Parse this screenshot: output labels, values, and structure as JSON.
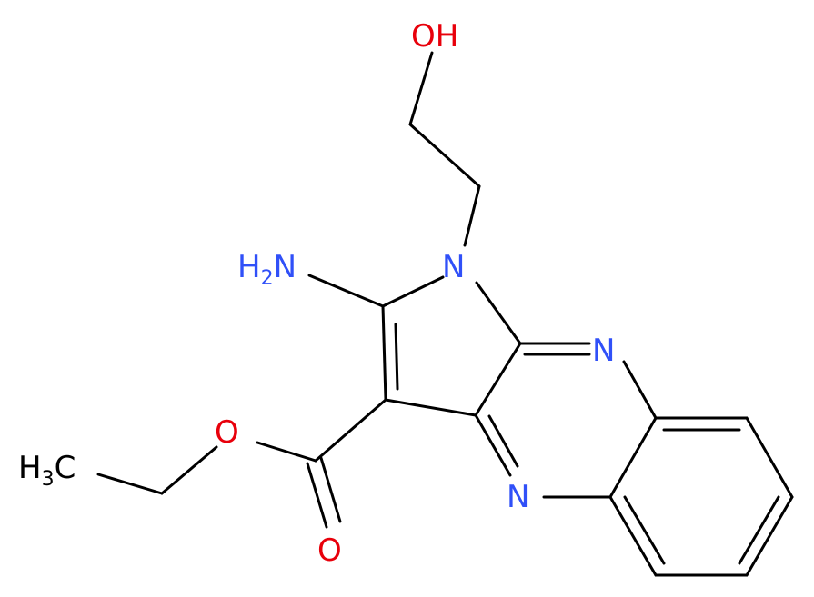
{
  "atoms": {
    "hydroxyl": {
      "text": "OH",
      "color": "#e8000b"
    },
    "amino": {
      "main": "H",
      "sub": "2",
      "tail": "N",
      "color": "#3050f8"
    },
    "ring_n1": {
      "text": "N",
      "color": "#3050f8"
    },
    "ring_n2": {
      "text": "N",
      "color": "#3050f8"
    },
    "ring_n3": {
      "text": "N",
      "color": "#3050f8"
    },
    "ester_o": {
      "text": "O",
      "color": "#e8000b"
    },
    "carbonyl_o": {
      "text": "O",
      "color": "#e8000b"
    },
    "methyl": {
      "main": "H",
      "sub": "3",
      "tail": "C",
      "color": "#000000"
    }
  }
}
